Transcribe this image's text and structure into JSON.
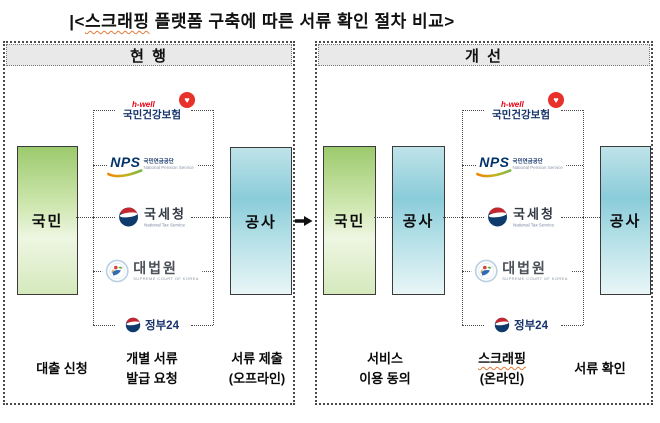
{
  "title": {
    "open": "|<",
    "scraping": "스크래핑",
    "rest": " 플랫폼 구축에 따른 서류 확인 절차 비교>"
  },
  "icons": {
    "heart": "♥"
  },
  "agencies": {
    "nhis": {
      "brand": "h-well",
      "name": "국민건강보험"
    },
    "nps": {
      "brand": "NPS",
      "name": "국민연금공단",
      "name_en": "National Pension Service"
    },
    "nts": {
      "name": "국세청",
      "name_en": "National Tax Service"
    },
    "scourt": {
      "name": "대법원",
      "name_en": "SUPREME COURT OF KOREA"
    },
    "gov24": {
      "name": "정부24"
    }
  },
  "current": {
    "header": "현 행",
    "citizen": "국민",
    "corp": "공사",
    "step1": "대출 신청",
    "step2_line1": "개별 서류",
    "step2_line2": "발급 요청",
    "step3_line1": "서류 제출",
    "step3_line2": "(오프라인)"
  },
  "improved": {
    "header": "개 선",
    "citizen": "국민",
    "corp_mid": "공사",
    "corp_right": "공사",
    "step1_line1": "서비스",
    "step1_line2": "이용 동의",
    "step2_line1": "스크래핑",
    "step2_line2": "(온라인)",
    "step3": "서류 확인"
  },
  "colors": {
    "green_box": "#9cca6d",
    "blue_box": "#8accd9",
    "heart_red": "#e8312a",
    "brand_navy": "#00336a",
    "squiggle_orange": "#e07b39",
    "header_gray": "#e9e9e9",
    "border_dotted": "#4a4a4a"
  }
}
